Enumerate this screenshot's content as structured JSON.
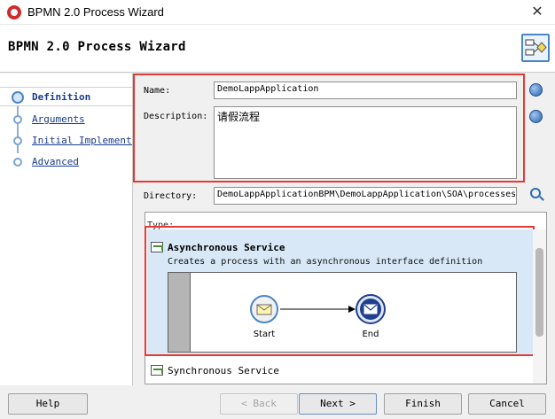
{
  "window": {
    "title": "BPMN 2.0 Process Wizard",
    "close_glyph": "✕"
  },
  "header": {
    "title": "BPMN 2.0 Process Wizard",
    "logo_icon": "process-flow-icon"
  },
  "nav": {
    "items": [
      {
        "label": "Definition",
        "selected": true
      },
      {
        "label": "Arguments",
        "selected": false
      },
      {
        "label": "Initial Implementat",
        "selected": false
      },
      {
        "label": "Advanced",
        "selected": false
      }
    ]
  },
  "form": {
    "name_label": "Name:",
    "name_value": "DemoLappApplication",
    "description_label": "Description:",
    "description_value": "请假流程",
    "directory_label": "Directory:",
    "directory_value": "DemoLappApplicationBPM\\DemoLappApplication\\SOA\\processes"
  },
  "type": {
    "legend": "Type:",
    "options": [
      {
        "title": "Asynchronous Service",
        "description": "Creates a process with an asynchronous interface definition",
        "selected": true
      },
      {
        "title": "Synchronous Service",
        "description": "",
        "selected": false
      }
    ],
    "diagram": {
      "start_label": "Start",
      "end_label": "End"
    }
  },
  "buttons": {
    "help": "Help",
    "back": "< Back",
    "next": "Next >",
    "finish": "Finish",
    "cancel": "Cancel"
  },
  "colors": {
    "highlight": "#e53935",
    "selected_row": "#d8e8f6",
    "link": "#1a3c8c",
    "start_event": "#fff3b0",
    "end_event": "#1f3f8f"
  }
}
